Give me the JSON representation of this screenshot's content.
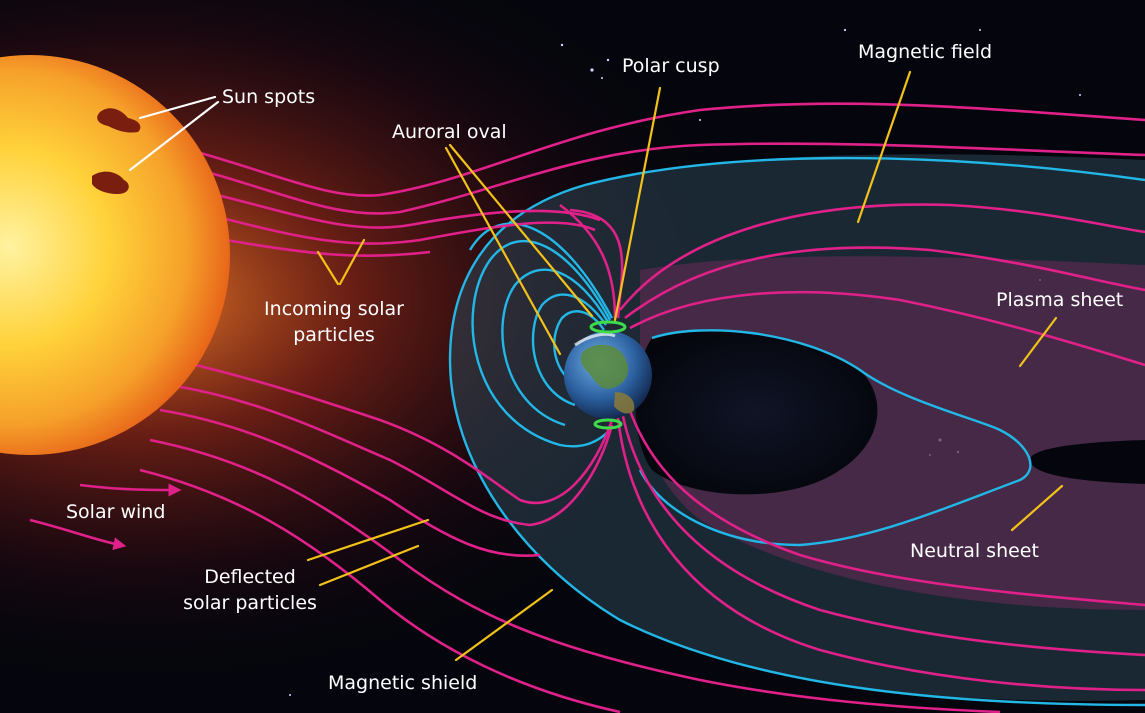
{
  "labels": {
    "sun_spots": "Sun spots",
    "polar_cusp": "Polar cusp",
    "magnetic_field": "Magnetic field",
    "auroral_oval": "Auroral oval",
    "incoming_line1": "Incoming solar",
    "incoming_line2": "particles",
    "plasma_sheet": "Plasma sheet",
    "solar_wind": "Solar wind",
    "neutral_sheet": "Neutral sheet",
    "deflected_line1": "Deflected",
    "deflected_line2": "solar particles",
    "magnetic_shield": "Magnetic shield"
  },
  "colors": {
    "space": "#05060d",
    "sun_core": "#ffd23a",
    "sun_edge": "#e8661a",
    "field_lines": "#e0218a",
    "magnetosphere_boundary": "#22b7e6",
    "leader_lines": "#f2c21a",
    "auroral_ring": "#3ddc4a",
    "label_text": "#ffffff"
  },
  "icons": {
    "earth": "earth-globe-icon",
    "sun": "sun-icon"
  }
}
